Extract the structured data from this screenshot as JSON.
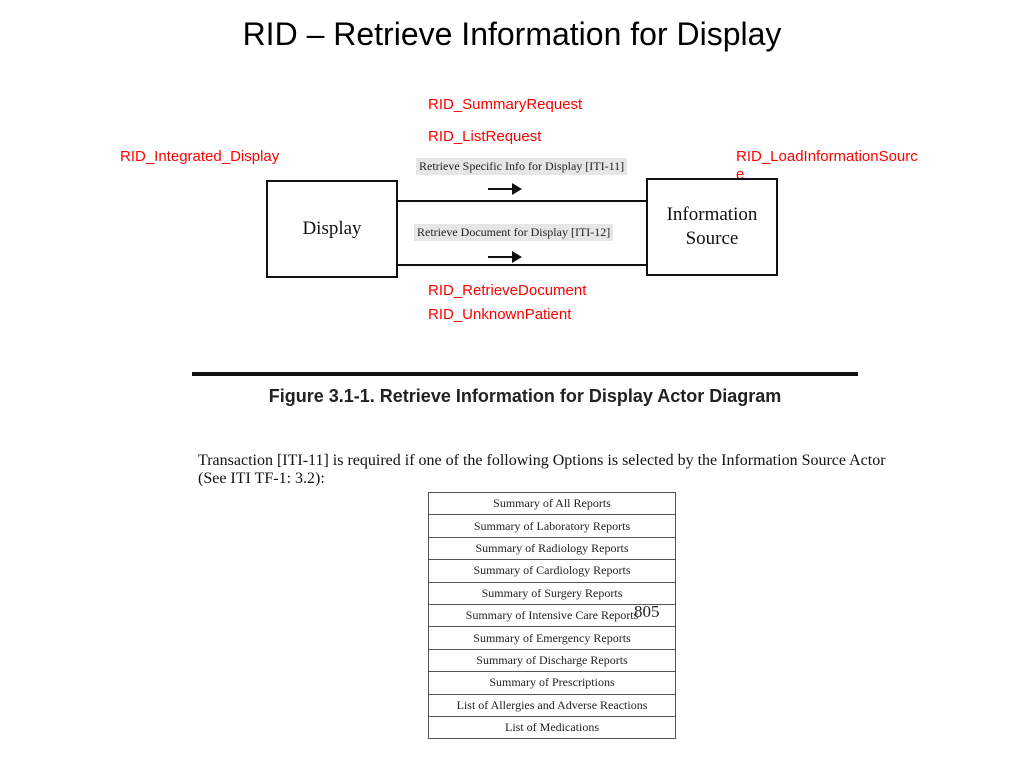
{
  "title": "RID – Retrieve Information for Display",
  "labels": {
    "summary_request": "RID_SummaryRequest",
    "list_request": "RID_ListRequest",
    "integrated_display": "RID_Integrated_Display",
    "load_info_source_1": "RID_LoadInformationSourc",
    "load_info_source_2": "e",
    "retrieve_document": "RID_RetrieveDocument",
    "unknown_patient": "RID_UnknownPatient"
  },
  "diagram": {
    "actor_display": "Display",
    "actor_source_line1": "Information",
    "actor_source_line2": "Source",
    "transaction_1": "Retrieve Specific Info for Display [ITI-11]",
    "transaction_2": "Retrieve Document for Display [ITI-12]"
  },
  "figure_caption": "Figure 3.1-1. Retrieve Information for Display Actor Diagram",
  "paragraph": "Transaction [ITI-11] is required if one of the following Options is selected by the Information Source Actor (See ITI TF-1: 3.2):",
  "options": [
    "Summary of All Reports",
    "Summary of Laboratory Reports",
    "Summary of Radiology Reports",
    "Summary of Cardiology Reports",
    "Summary of Surgery Reports",
    "Summary of Intensive Care Reports",
    "Summary of Emergency Reports",
    "Summary of Discharge Reports",
    "Summary of Prescriptions",
    "List of Allergies and Adverse Reactions",
    "List of Medications"
  ],
  "page_number": "805"
}
